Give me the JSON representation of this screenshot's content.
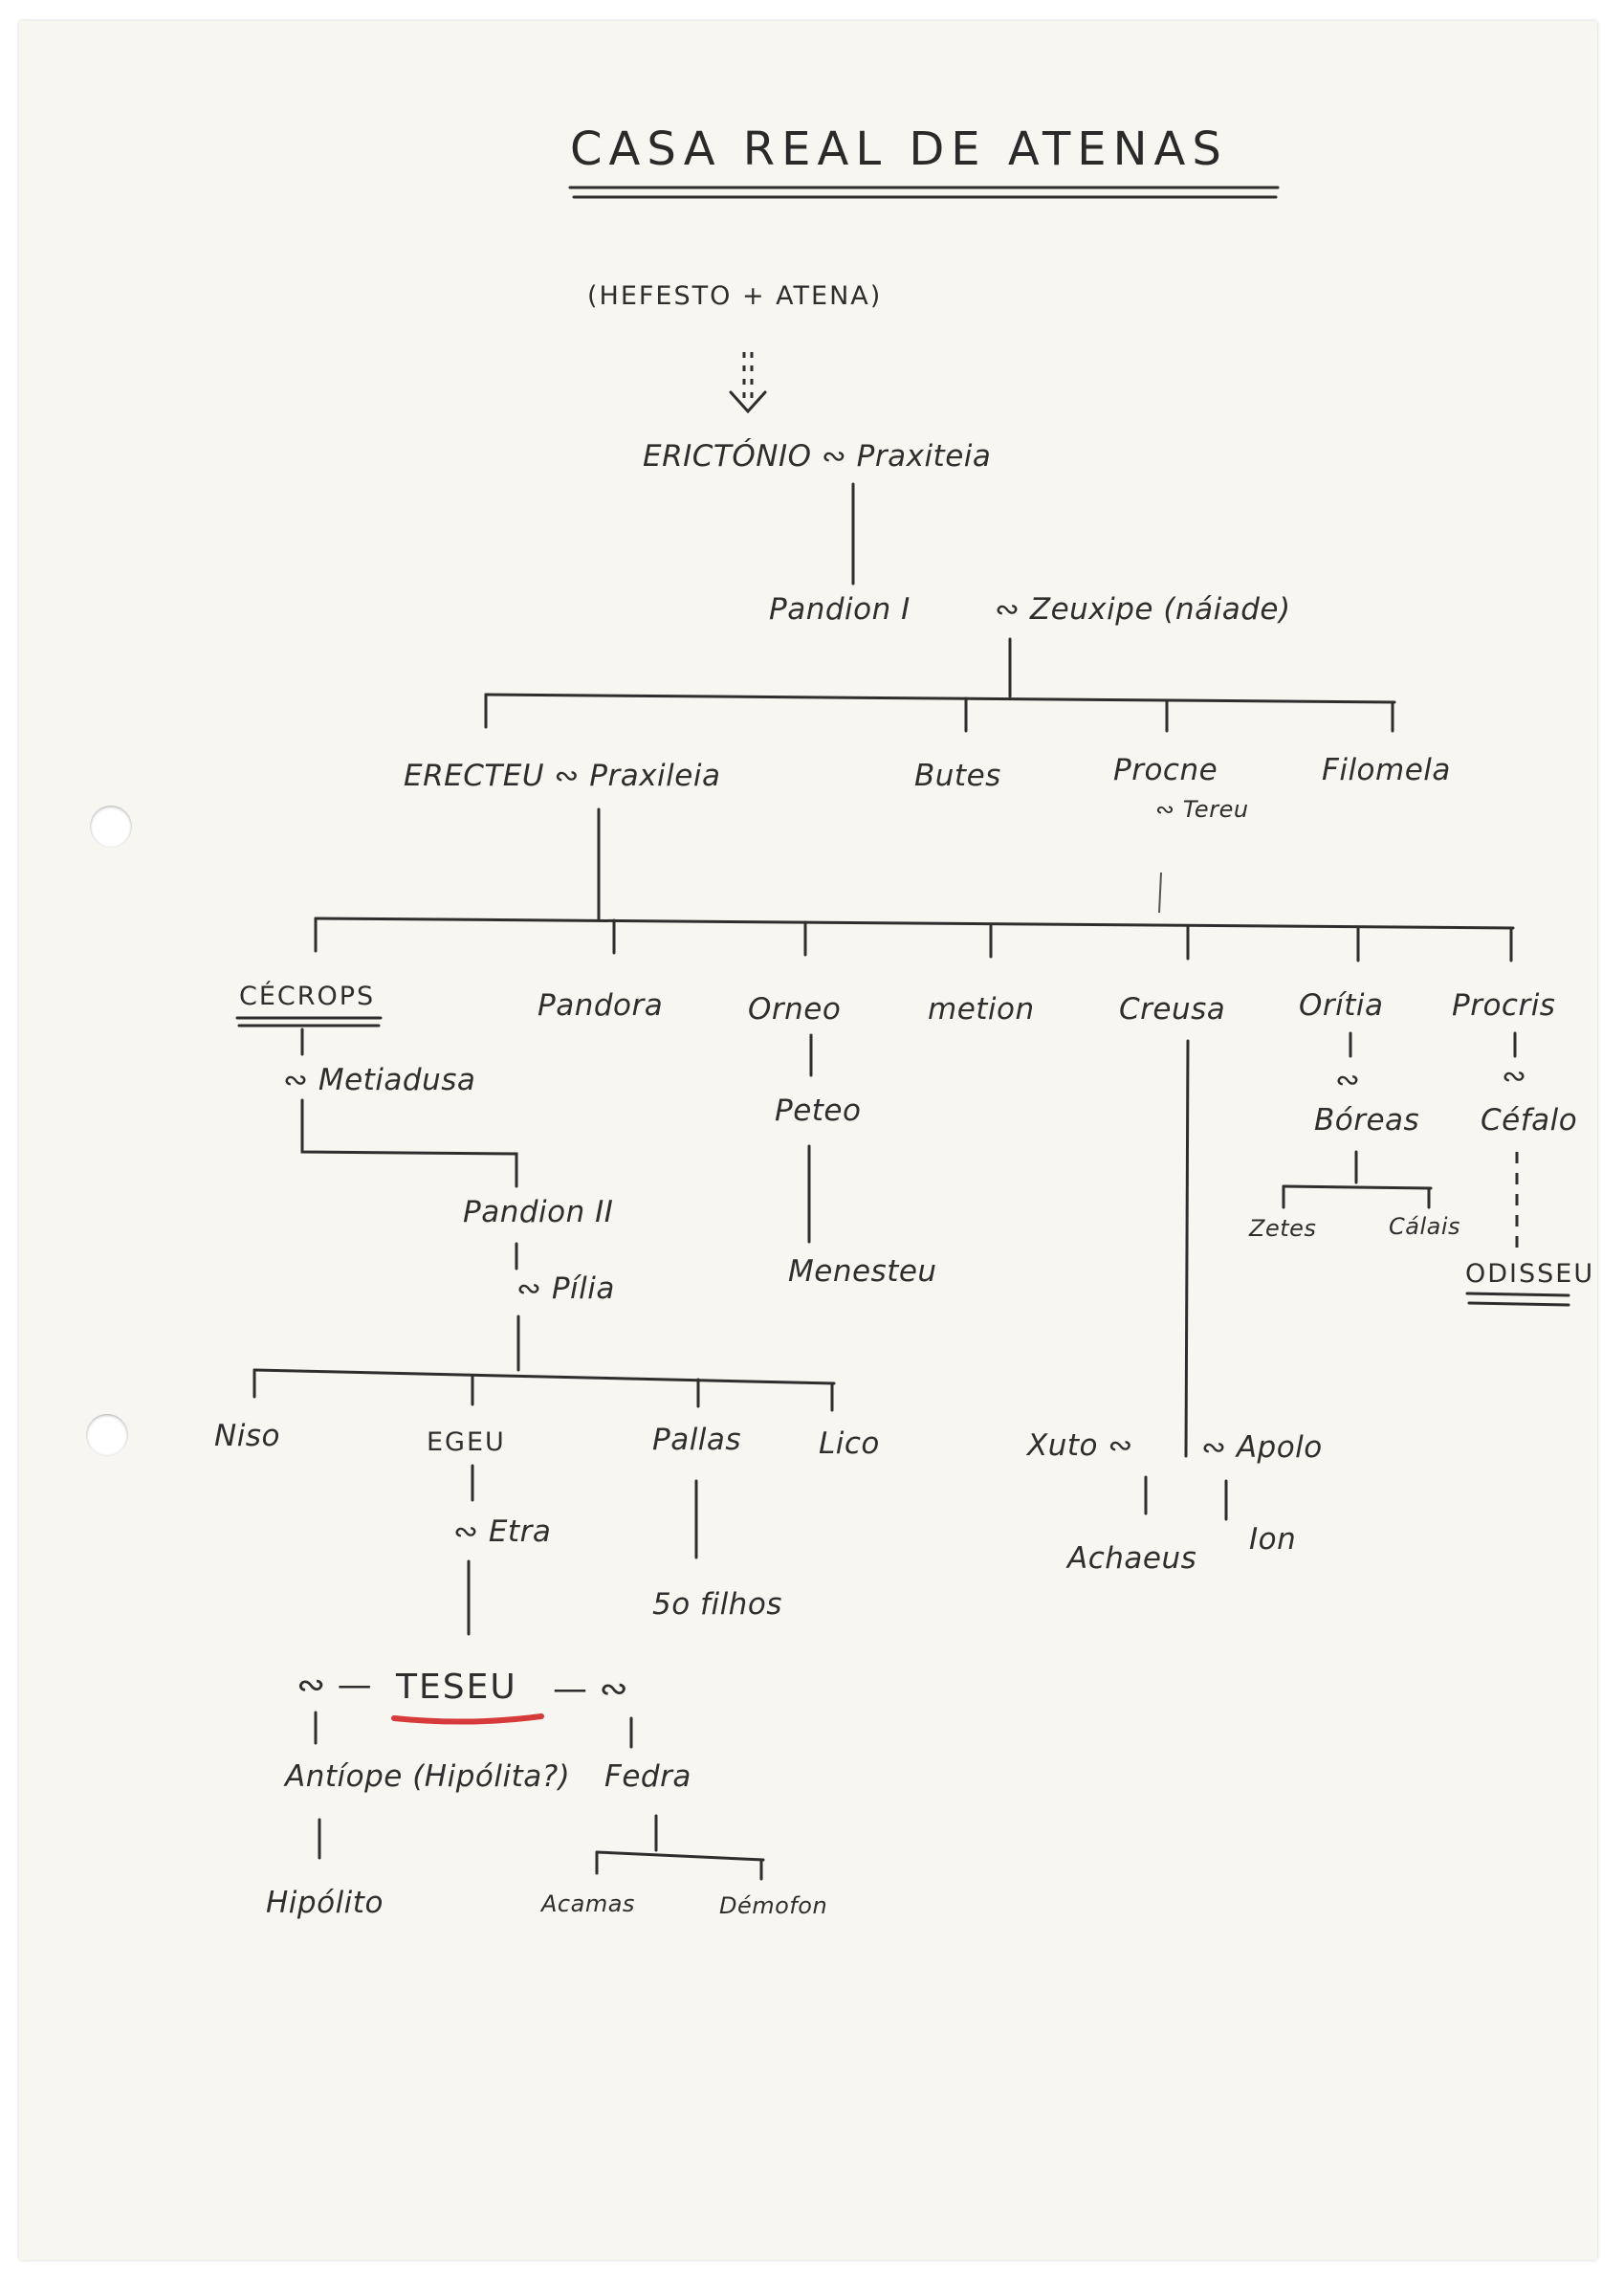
{
  "title": "CASA REAL DE ATENAS",
  "nodes": {
    "origin": "(HEFESTO + ATENA)",
    "erictonio": "ERICTÓNIO ∾ Praxiteia",
    "pandion1": "Pandion I",
    "zeuxipe": "∾ Zeuxipe (náiade)",
    "erecteu": "ERECTEU ∾ Praxileia",
    "butes": "Butes",
    "procne": "Procne",
    "tereu": "∾ Tereu",
    "filomela": "Filomela",
    "cecrops": "CÉCROPS",
    "metiadusa": "∾ Metiadusa",
    "pandora": "Pandora",
    "orneo": "Orneo",
    "metion": "metion",
    "creusa": "Creusa",
    "oritia": "Orítia",
    "procris": "Procris",
    "peteo": "Peteo",
    "menesteu": "Menesteu",
    "boreas_sym": "∾",
    "boreas": "Bóreas",
    "cefalo_sym": "∾",
    "cefalo": "Céfalo",
    "zetes": "Zetes",
    "calais": "Cálais",
    "odisseu": "ODISSEU",
    "pandion2": "Pandion II",
    "pilia": "∾ Pília",
    "niso": "Niso",
    "egeu": "EGEU",
    "pallas": "Pallas",
    "lico": "Lico",
    "etra": "∾ Etra",
    "cinquenta": "5o filhos",
    "xuto": "Xuto ∾",
    "apolo": "∾ Apolo",
    "achaeus": "Achaeus",
    "ion": "Ion",
    "teseu": "TESEU",
    "teseu_left": "∾ —",
    "teseu_right": "— ∾",
    "antiope": "Antíope (Hipólita?)",
    "fedra": "Fedra",
    "hipolito": "Hipólito",
    "acamas": "Acamas",
    "demofon": "Démofon"
  },
  "colors": {
    "ink": "#2e2e2e",
    "highlight": "#d63a3a",
    "paper": "#f8f6f0"
  }
}
